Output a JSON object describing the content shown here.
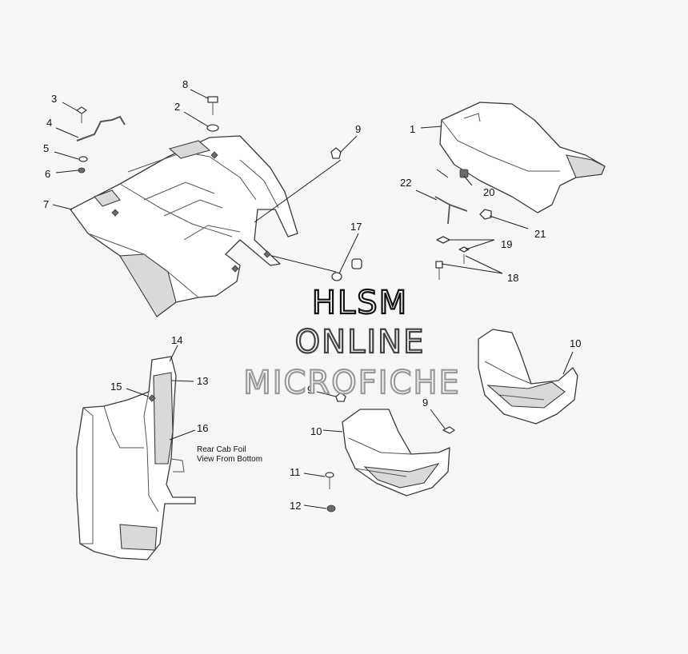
{
  "callouts": [
    {
      "id": "c1",
      "label": "1"
    },
    {
      "id": "c2",
      "label": "2"
    },
    {
      "id": "c3",
      "label": "3"
    },
    {
      "id": "c4",
      "label": "4"
    },
    {
      "id": "c5",
      "label": "5"
    },
    {
      "id": "c6",
      "label": "6"
    },
    {
      "id": "c7",
      "label": "7"
    },
    {
      "id": "c8",
      "label": "8"
    },
    {
      "id": "c9a",
      "label": "9"
    },
    {
      "id": "c9b",
      "label": "9"
    },
    {
      "id": "c9c",
      "label": "9"
    },
    {
      "id": "c10a",
      "label": "10"
    },
    {
      "id": "c10b",
      "label": "10"
    },
    {
      "id": "c11",
      "label": "11"
    },
    {
      "id": "c12",
      "label": "12"
    },
    {
      "id": "c13",
      "label": "13"
    },
    {
      "id": "c14",
      "label": "14"
    },
    {
      "id": "c15",
      "label": "15"
    },
    {
      "id": "c16",
      "label": "16"
    },
    {
      "id": "c17",
      "label": "17"
    },
    {
      "id": "c18",
      "label": "18"
    },
    {
      "id": "c19",
      "label": "19"
    },
    {
      "id": "c20",
      "label": "20"
    },
    {
      "id": "c21",
      "label": "21"
    },
    {
      "id": "c22",
      "label": "22"
    }
  ],
  "note": {
    "line1": "Rear Cab Foil",
    "line2": "View From Bottom"
  },
  "watermark": {
    "line1": "HLSM",
    "line2": "ONLINE",
    "line3": "MICROFICHE",
    "colors": [
      "#111111",
      "#444444",
      "#9a9a9a"
    ]
  }
}
